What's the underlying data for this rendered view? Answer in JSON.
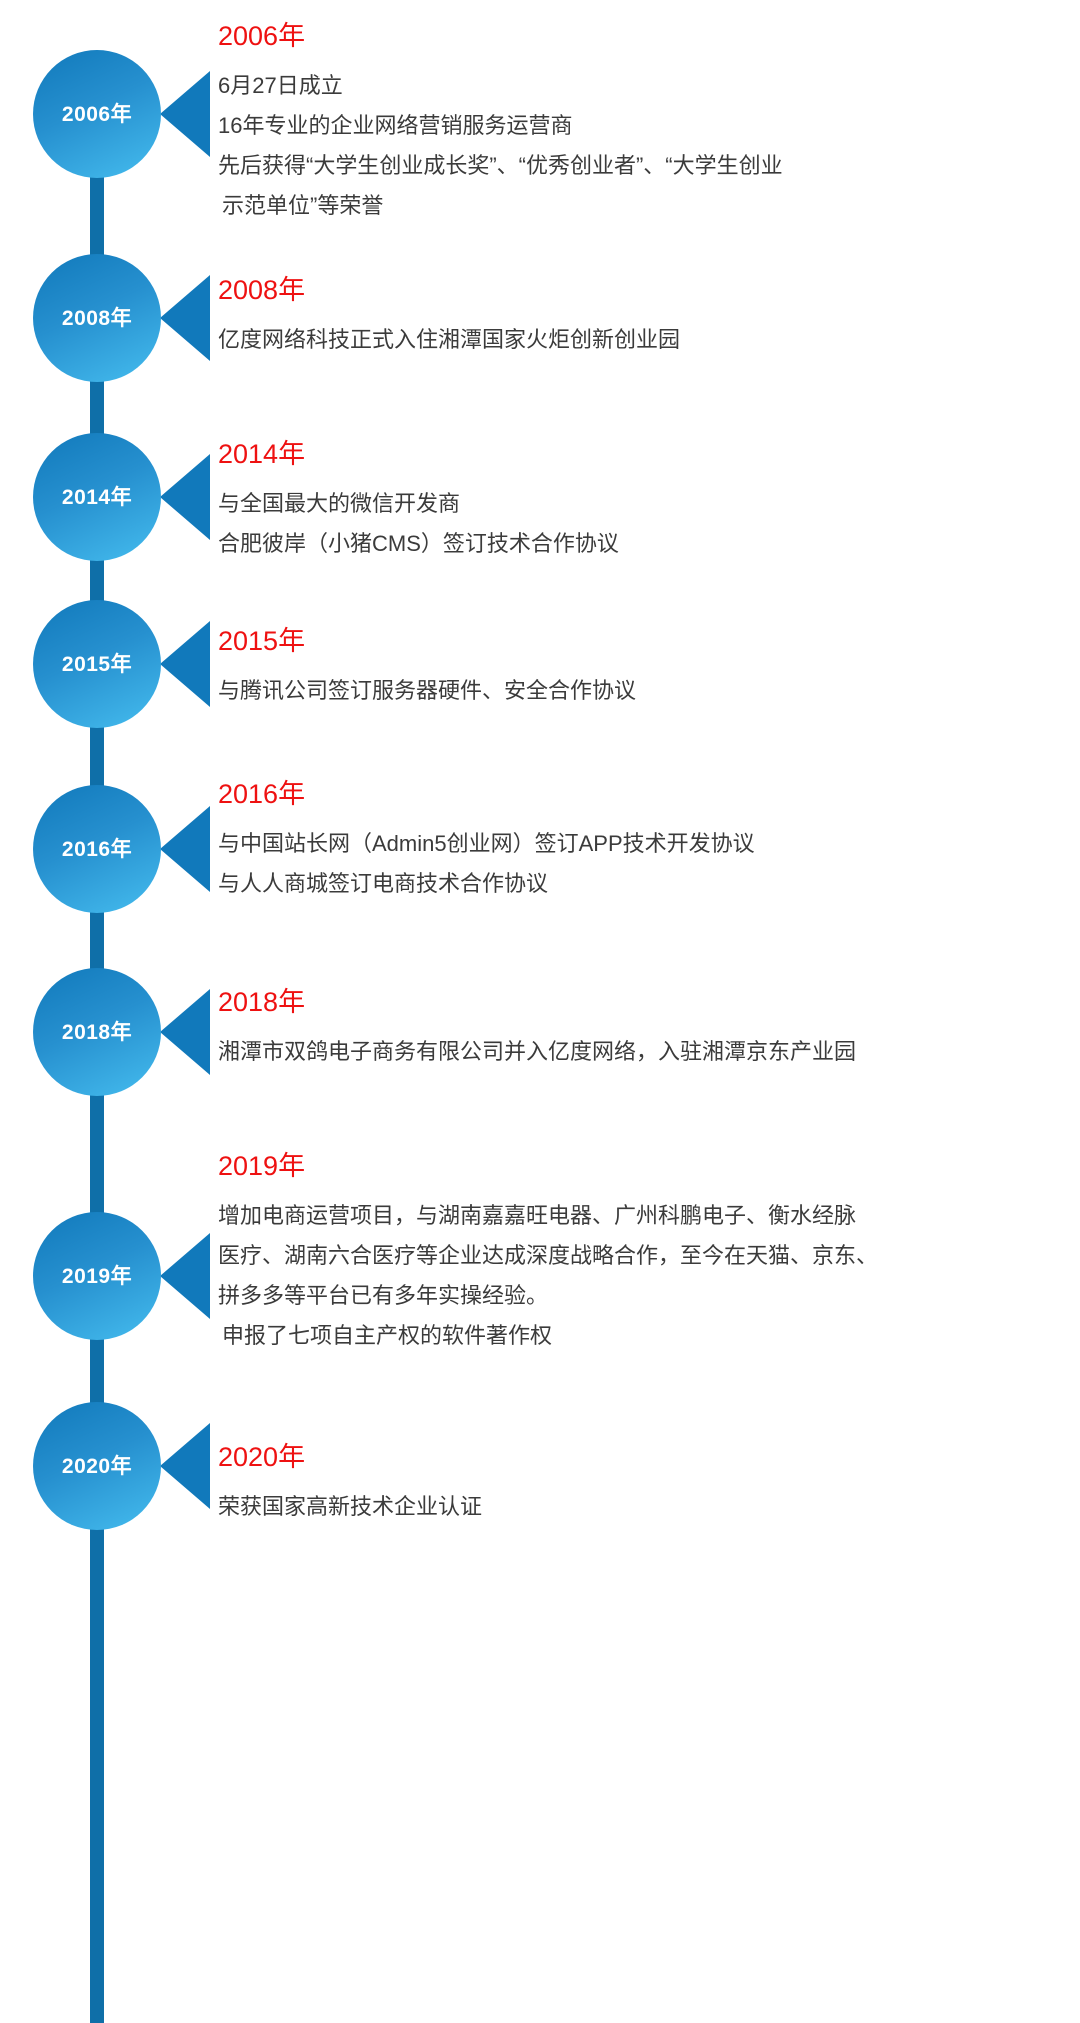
{
  "meta": {
    "title": "企业发展历程时间轴",
    "accent_blue": "#1179bb",
    "accent_blue_light": "#45bdef",
    "spine_color": "#0f6fa8",
    "year_heading_color": "#ee1111",
    "body_text_color": "#3b3b3b",
    "background": "#ffffff"
  },
  "timeline": {
    "entries": [
      {
        "node_label": "2006年",
        "year_heading": "2006年",
        "lines": [
          "6月27日成立",
          "16年专业的企业网络营销服务运营商",
          "先后获得“大学生创业成长奖”、“优秀创业者”、“大学生创业",
          "示范单位”等荣誉"
        ]
      },
      {
        "node_label": "2008年",
        "year_heading": "2008年",
        "lines": [
          "亿度网络科技正式入住湘潭国家火炬创新创业园"
        ]
      },
      {
        "node_label": "2014年",
        "year_heading": "2014年",
        "lines": [
          "与全国最大的微信开发商",
          "合肥彼岸（小猪CMS）签订技术合作协议"
        ]
      },
      {
        "node_label": "2015年",
        "year_heading": "2015年",
        "lines": [
          "与腾讯公司签订服务器硬件、安全合作协议"
        ]
      },
      {
        "node_label": "2016年",
        "year_heading": "2016年",
        "lines": [
          "与中国站长网（Admin5创业网）签订APP技术开发协议",
          "与人人商城签订电商技术合作协议"
        ]
      },
      {
        "node_label": "2018年",
        "year_heading": "2018年",
        "lines": [
          "湘潭市双鸽电子商务有限公司并入亿度网络，入驻湘潭京东产业园"
        ]
      },
      {
        "node_label": "2019年",
        "year_heading": "2019年",
        "lines": [
          "增加电商运营项目，与湖南嘉嘉旺电器、广州科鹏电子、衡水经脉",
          "医疗、湖南六合医疗等企业达成深度战略合作，至今在天猫、京东、",
          "拼多多等平台已有多年实操经验。",
          "申报了七项自主产权的软件著作权"
        ]
      },
      {
        "node_label": "2020年",
        "year_heading": "2020年",
        "lines": [
          "荣获国家高新技术企业认证"
        ]
      }
    ]
  },
  "layout": {
    "node_tops": [
      50,
      254,
      433,
      600,
      785,
      968,
      1212,
      1402
    ],
    "arrow_tops": [
      71,
      275,
      454,
      621,
      806,
      989,
      1233,
      1423
    ],
    "entry_tops": [
      22,
      276,
      440,
      627,
      780,
      988,
      1152,
      1443
    ]
  }
}
